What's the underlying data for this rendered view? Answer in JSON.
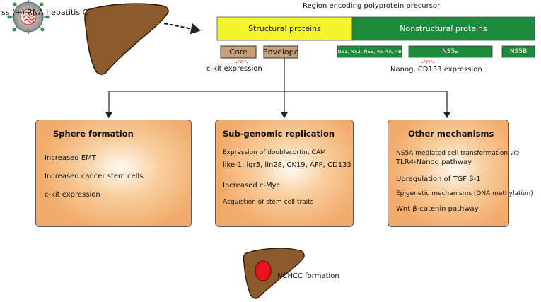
{
  "virus_label": "ss (+) RNA hepatitis C",
  "region_title": "Region encoding polyprotein precursor",
  "polyprotein": {
    "structural": "Structural  proteins",
    "nonstructural": "Nonstructural proteins"
  },
  "proteins": {
    "core": "Core",
    "envelope": "Envelope",
    "ns1_4b": "NS1, NS2, NS3, NS 4A, 4B",
    "ns5a": "NS5a",
    "ns5b": "NS5B"
  },
  "expression_labels": {
    "ckit": "c-kit expression",
    "nanog": "Nanog, CD133 expression"
  },
  "panels": {
    "sphere": {
      "title": "Sphere formation",
      "items": [
        "Increased EMT",
        "Increased cancer stem cells",
        "c-kit expression"
      ]
    },
    "subgenomic": {
      "title": "Sub-genomic replication",
      "items": [
        "Expression of doublecortin, CAM",
        "like-1, lgr5, lin28, CK19, AFP, CD133",
        "Increased c-Myc",
        "Acquistion of stem cell traits"
      ]
    },
    "other": {
      "title": "Other mechanisms",
      "item1_main": "NS5A mediated cell transformation ",
      "item1_italic": "via",
      "item1_line2": "TLR4-Nanog pathway",
      "items": [
        "Upregulation of TGF β-1",
        "Epigenetic mechanisms (DNA methylation)",
        "Wnt β-catenin pathway"
      ]
    }
  },
  "outcome_label": "NCHCC formation",
  "colors": {
    "structural_yellow": "#f4f42a",
    "nonstructural_green": "#1e8a3c",
    "protein_tan": "#c5a07a",
    "panel_orange": "#f2ab6a",
    "liver_brown": "#8b5a2b",
    "tumor_red": "#e8141e"
  }
}
